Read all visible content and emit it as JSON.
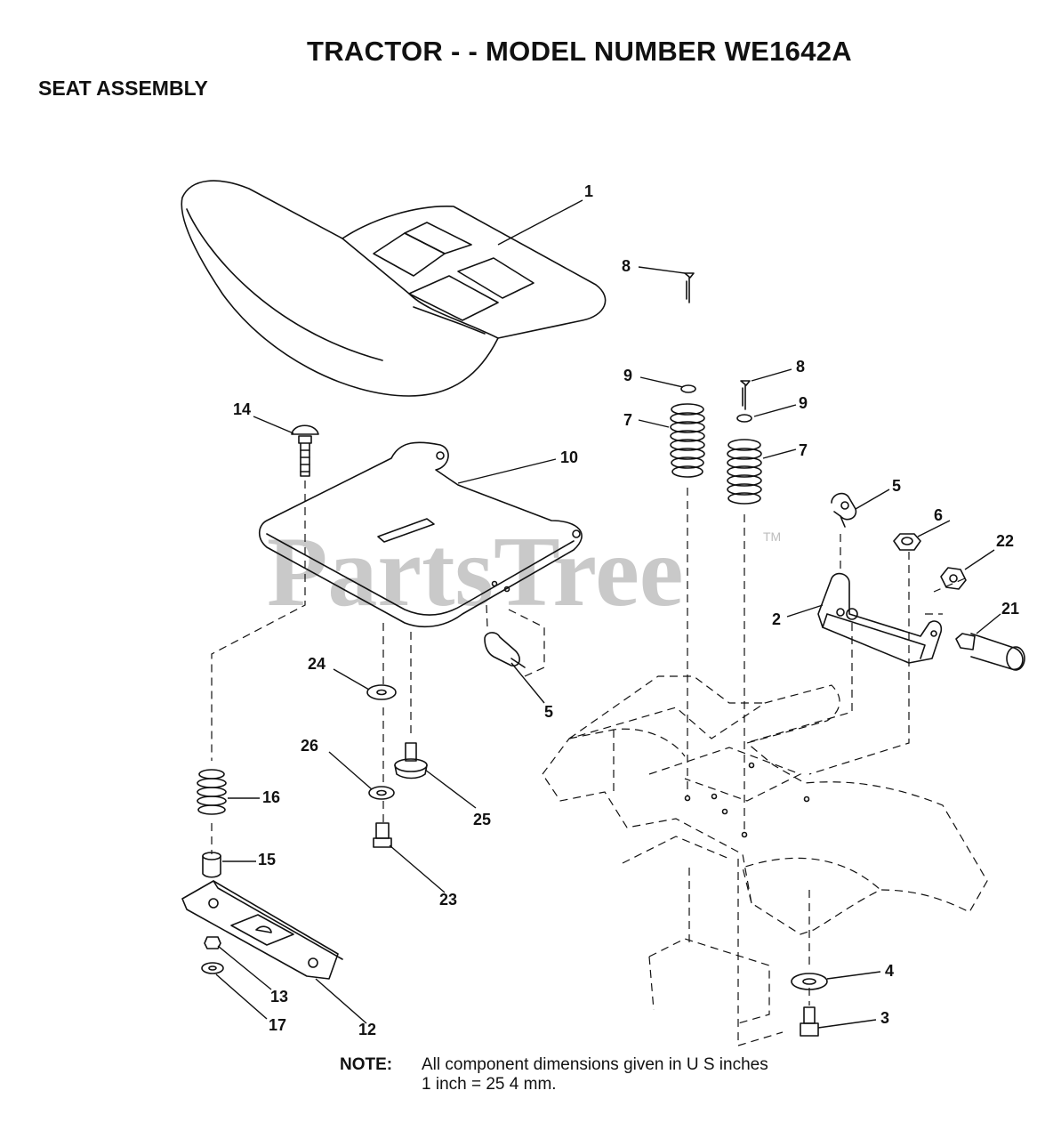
{
  "title": "TRACTOR - - MODEL NUMBER WE1642A",
  "subtitle": "SEAT ASSEMBLY",
  "watermark": {
    "text": "PartsTree",
    "trademark": "TM"
  },
  "note": {
    "label": "NOTE:",
    "line1": "All component dimensions given in U S  inches",
    "line2": "1 inch = 25 4 mm."
  },
  "callouts": {
    "seat": "1",
    "bracket": "2",
    "screw_bottom": "3",
    "washer_bottom": "4",
    "clip_right": "5",
    "clip_left": "5",
    "nut_6": "6",
    "spring_right_a": "7",
    "spring_right_b": "7",
    "pin_a": "8",
    "pin_b": "8",
    "washer_a": "9",
    "washer_b": "9",
    "seat_pan": "10",
    "slide_plate": "12",
    "nut_13": "13",
    "carriage_bolt": "14",
    "spacer": "15",
    "spring_left": "16",
    "washer_17": "17",
    "nut_22": "22",
    "knob_21": "21",
    "screw_23": "23",
    "washer_24": "24",
    "shoulder_bolt": "25",
    "washer_26": "26"
  }
}
